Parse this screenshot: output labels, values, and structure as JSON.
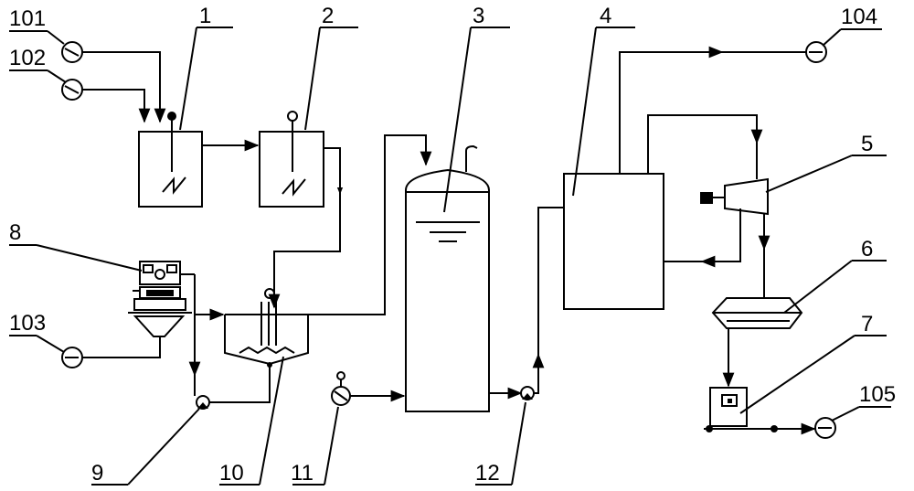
{
  "labels": {
    "n1": "1",
    "n2": "2",
    "n3": "3",
    "n4": "4",
    "n5": "5",
    "n6": "6",
    "n7": "7",
    "n8": "8",
    "n9": "9",
    "n10": "10",
    "n11": "11",
    "n12": "12",
    "n101": "101",
    "n102": "102",
    "n103": "103",
    "n104": "104",
    "n105": "105"
  },
  "colors": {
    "line": "#000000",
    "background": "#ffffff"
  }
}
